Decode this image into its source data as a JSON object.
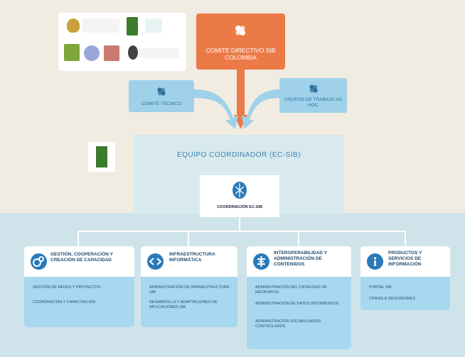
{
  "committee": {
    "label": "COMITÉ DIRECTIVO SIB COLOMBIA"
  },
  "technical_committee": {
    "label": "COMITÉ TÉCNICO"
  },
  "adhoc_groups": {
    "label": "GRUPOS DE TRABAJO AD HOC"
  },
  "coordination": {
    "team_title": "EQUIPO COORDINADOR (EC-SIB)",
    "inner_label": "COORDINACIÓN EC-SIB"
  },
  "cards": [
    {
      "title": "GESTIÓN, COOPERACIÓN Y CREACIÓN DE CAPACIDAD",
      "items": [
        "GESTIÓN DE REDES Y PROYECTOS",
        "COOPERACIÓN Y CAPACITACIÓN"
      ]
    },
    {
      "title": "INFRAESTRUCTURA INFORMÁTICA",
      "items": [
        "ADMINISTRACIÓN DE INFRAESTRUCTURA SIB",
        "DESARROLLO Y ADAPTACIONES DE APLICACIONES SIB"
      ]
    },
    {
      "title": "INTEROPERABILIDAD Y ADMINISTRACIÓN DE CONTENIDOS",
      "items": [
        "ADMINISTRACIÓN DEL CATÁLOGO DE METADATOS",
        "ADMINISTRACIÓN DE DATOS DISTRIBUIDOS",
        "ADMINISTRACIÓN VOCABULARIOS CONTROLADOS"
      ]
    },
    {
      "title": "PRODUCTOS Y SERVICIOS DE INFORMACIÓN",
      "items": [
        "PORTAL SIB",
        "CIFRAS E INDICADORES"
      ]
    }
  ],
  "colors": {
    "committee": "#ec7a46",
    "light_blue": "#9fd2ea",
    "card_body": "#a8d8ef",
    "icon_blue": "#2a79b8"
  },
  "icons": [
    "sib-logo-icon",
    "biodiversity-sphere-icon",
    "people-icon",
    "code-icon",
    "exchange-icon",
    "info-icon"
  ]
}
